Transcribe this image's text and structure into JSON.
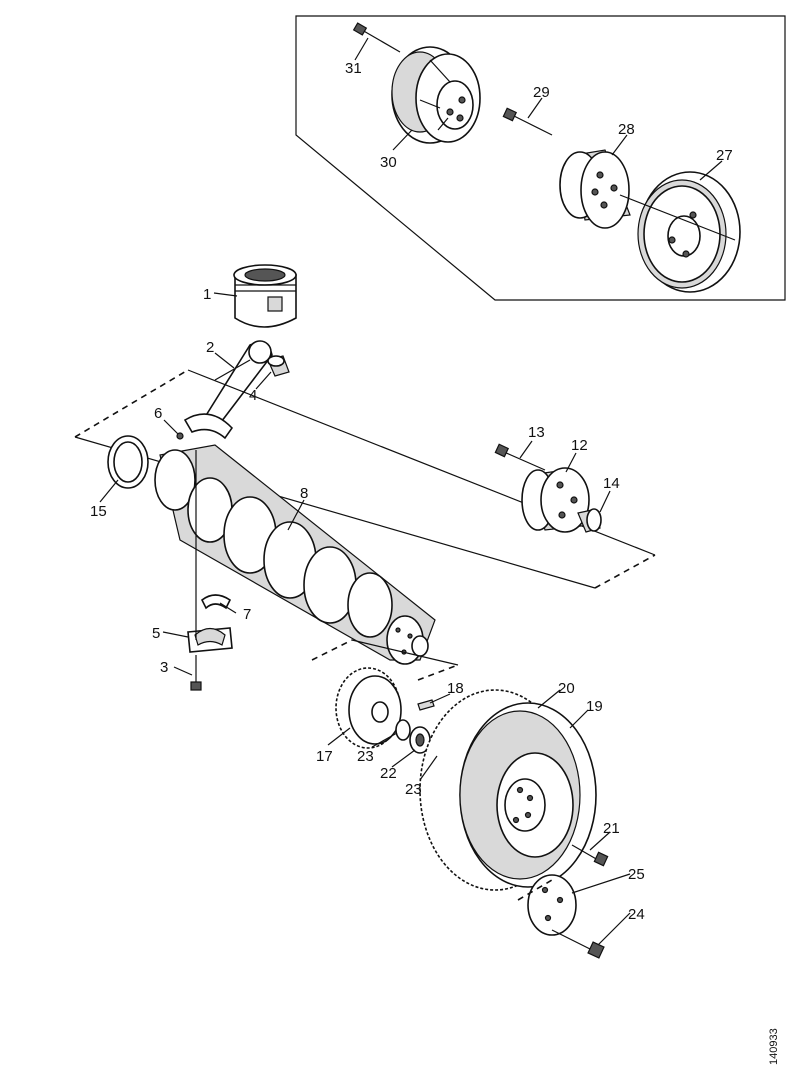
{
  "diagram": {
    "reference_number": "140933",
    "labels": [
      {
        "id": "label-1",
        "text": "1"
      },
      {
        "id": "label-2",
        "text": "2"
      },
      {
        "id": "label-3",
        "text": "3"
      },
      {
        "id": "label-4",
        "text": "4"
      },
      {
        "id": "label-5",
        "text": "5"
      },
      {
        "id": "label-6",
        "text": "6"
      },
      {
        "id": "label-7",
        "text": "7"
      },
      {
        "id": "label-8",
        "text": "8"
      },
      {
        "id": "label-12",
        "text": "12"
      },
      {
        "id": "label-13",
        "text": "13"
      },
      {
        "id": "label-14",
        "text": "14"
      },
      {
        "id": "label-15",
        "text": "15"
      },
      {
        "id": "label-17",
        "text": "17"
      },
      {
        "id": "label-18",
        "text": "18"
      },
      {
        "id": "label-19",
        "text": "19"
      },
      {
        "id": "label-20",
        "text": "20"
      },
      {
        "id": "label-21",
        "text": "21"
      },
      {
        "id": "label-22",
        "text": "22"
      },
      {
        "id": "label-23a",
        "text": "23"
      },
      {
        "id": "label-23b",
        "text": "23"
      },
      {
        "id": "label-24",
        "text": "24"
      },
      {
        "id": "label-25",
        "text": "25"
      },
      {
        "id": "label-27",
        "text": "27"
      },
      {
        "id": "label-28",
        "text": "28"
      },
      {
        "id": "label-29",
        "text": "29"
      },
      {
        "id": "label-30",
        "text": "30"
      },
      {
        "id": "label-31",
        "text": "31"
      }
    ]
  }
}
